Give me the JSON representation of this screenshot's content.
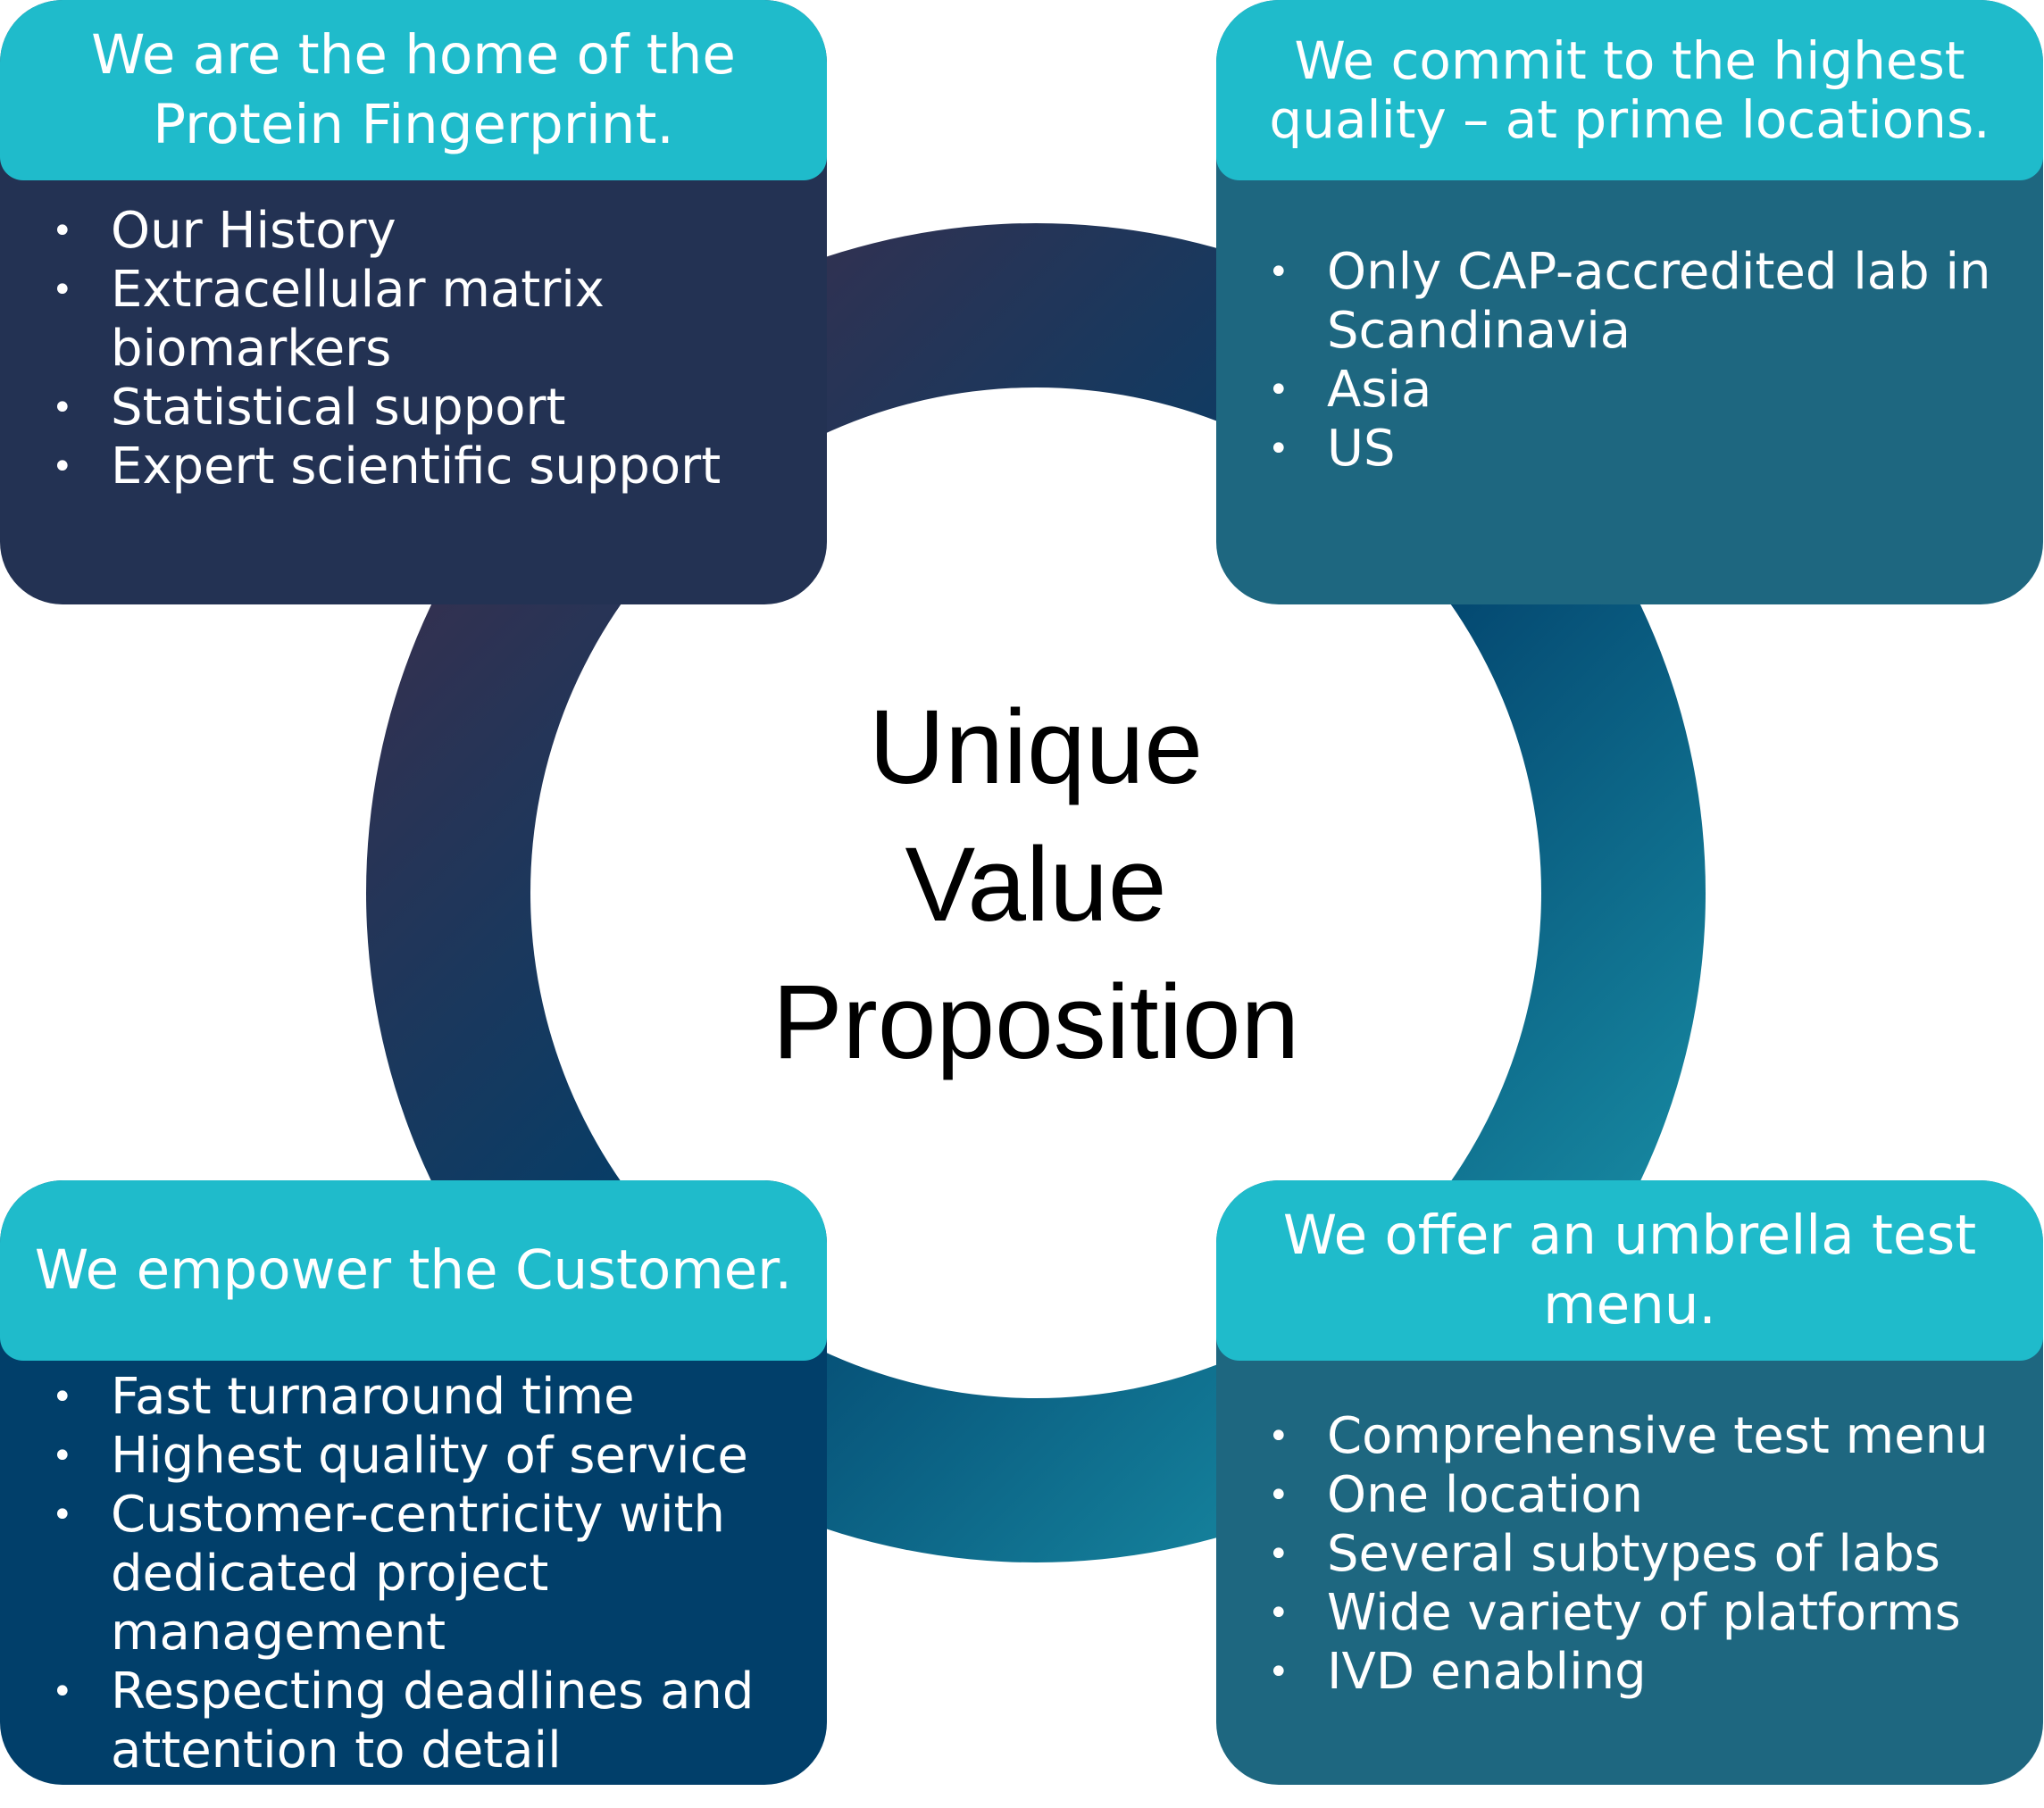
{
  "center_title": [
    "Unique",
    "Value",
    "Proposition"
  ],
  "cards": {
    "top_left": {
      "header": "We are the home of the Protein Fingerprint.",
      "items": [
        "Our History",
        "Extracellular matrix biomarkers",
        "Statistical support",
        "Expert scientific support"
      ]
    },
    "top_right": {
      "header": "We commit to the highest quality – at prime locations.",
      "items": [
        "Only CAP-accredited lab in Scandinavia",
        "Asia",
        "US"
      ]
    },
    "bottom_left": {
      "header": "We empower the Customer.",
      "items": [
        "Fast turnaround time",
        "Highest quality of service",
        "Customer-centricity with dedicated project management",
        "Respecting deadlines and attention to detail"
      ]
    },
    "bottom_right": {
      "header": "We offer an umbrella test menu.",
      "items": [
        "Comprehensive test menu",
        "One location",
        "Several subtypes of labs",
        "Wide variety of platforms",
        "IVD enabling"
      ]
    }
  },
  "colors": {
    "header": "#1fbbcb",
    "card_top_left": "#233253",
    "card_top_right": "#1e6780",
    "card_bottom_left": "#013f6a",
    "card_bottom_right": "#1e6780",
    "ring_start": "#4a2a44",
    "ring_mid": "#013f6a",
    "ring_end": "#20a7b8"
  }
}
